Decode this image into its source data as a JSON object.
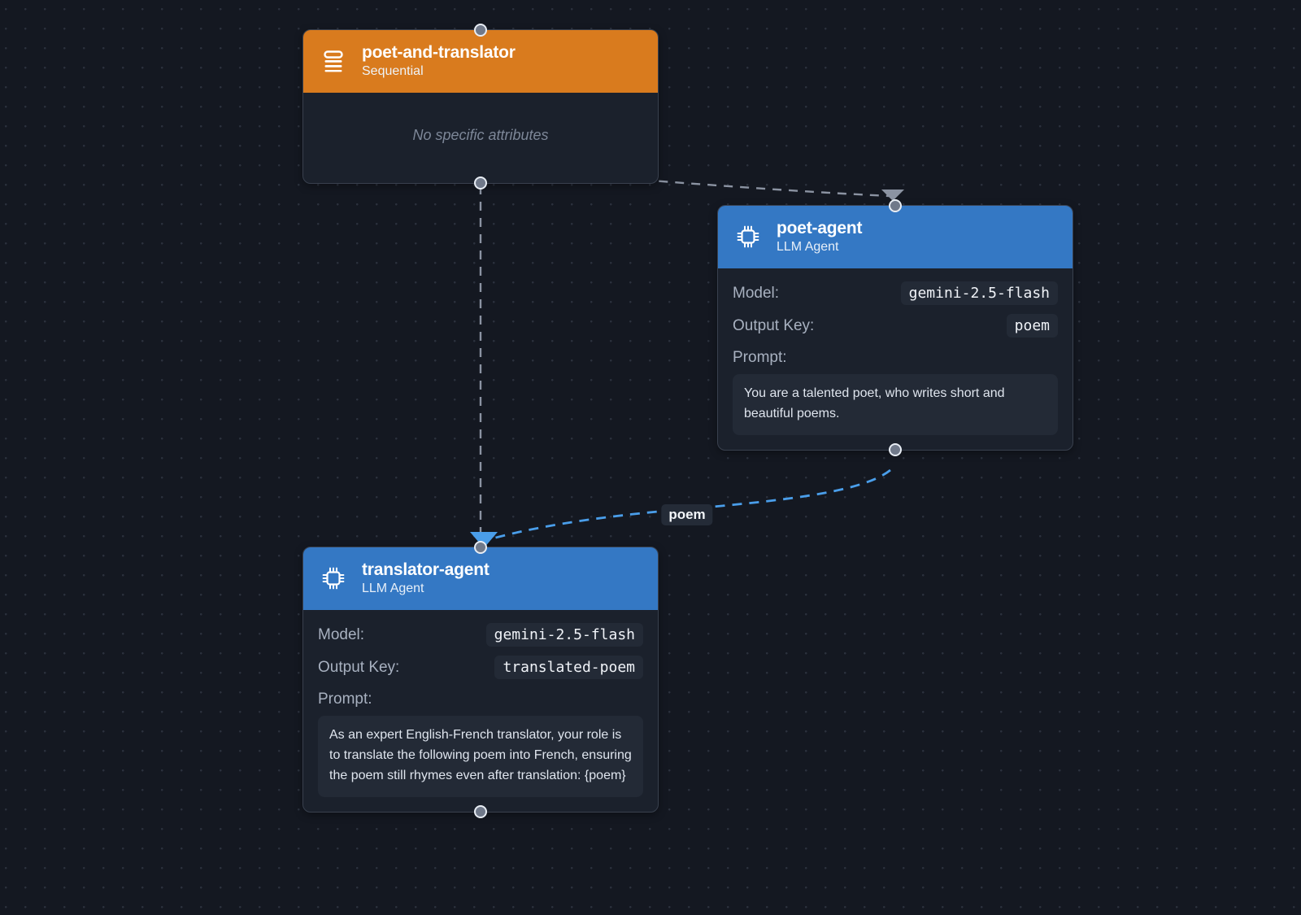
{
  "canvas": {
    "background_color": "#141821",
    "grid_dot_color": "#2b313d"
  },
  "colors": {
    "sequential_header": "#d97b1e",
    "llm_header": "#3478c4",
    "node_body": "#1b212c",
    "node_border": "#39404e",
    "chip_background": "#232a36",
    "edge_gray": "#8b93a2",
    "edge_blue": "#4a9eea"
  },
  "nodes": [
    {
      "id": "poet-and-translator",
      "title": "poet-and-translator",
      "subtitle": "Sequential",
      "icon": "sequential-list-icon",
      "kind": "sequential",
      "empty_text": "No specific attributes"
    },
    {
      "id": "poet-agent",
      "title": "poet-agent",
      "subtitle": "LLM Agent",
      "icon": "cpu-chip-icon",
      "kind": "llm",
      "attributes": [
        {
          "label": "Model:",
          "value": "gemini-2.5-flash"
        },
        {
          "label": "Output Key:",
          "value": "poem"
        }
      ],
      "prompt_label": "Prompt:",
      "prompt": "You are a talented poet, who writes short and beautiful poems."
    },
    {
      "id": "translator-agent",
      "title": "translator-agent",
      "subtitle": "LLM Agent",
      "icon": "cpu-chip-icon",
      "kind": "llm",
      "attributes": [
        {
          "label": "Model:",
          "value": "gemini-2.5-flash"
        },
        {
          "label": "Output Key:",
          "value": "translated-poem"
        }
      ],
      "prompt_label": "Prompt:",
      "prompt": "As an expert English-French translator, your role is to translate the following poem into French, ensuring the poem still rhymes even after translation: {poem}"
    }
  ],
  "edges": [
    {
      "id": "edge-sequential-to-poet",
      "from": "poet-and-translator",
      "to": "poet-agent",
      "style": "dashed",
      "color": "#8b93a2",
      "label": ""
    },
    {
      "id": "edge-sequential-to-translator",
      "from": "poet-and-translator",
      "to": "translator-agent",
      "style": "dashed",
      "color": "#8b93a2",
      "label": ""
    },
    {
      "id": "edge-poet-to-translator",
      "from": "poet-agent",
      "to": "translator-agent",
      "style": "dashed",
      "color": "#4a9eea",
      "label": "poem"
    }
  ]
}
